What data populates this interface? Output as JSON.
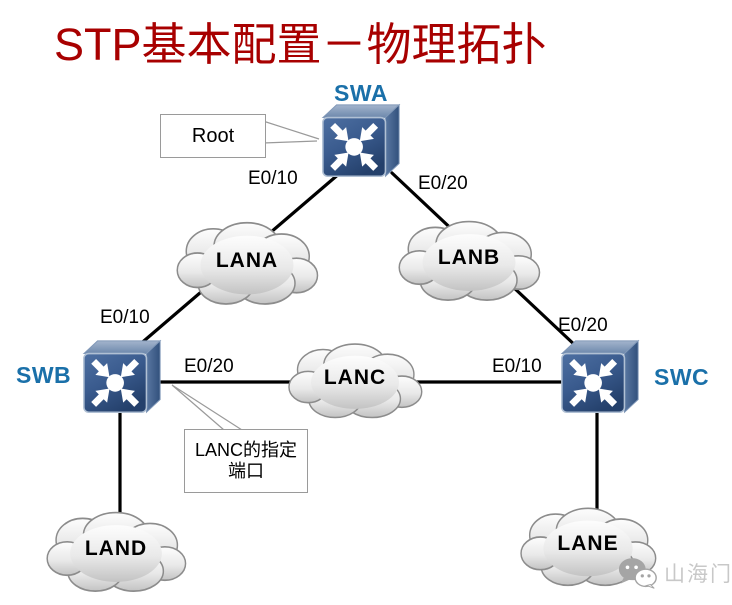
{
  "title": {
    "text": "STP基本配置－物理拓扑"
  },
  "colors": {
    "title_color": "#a80000",
    "switch_label_color": "#1a70a9",
    "link_color": "#000000",
    "callout_border_color": "#9a9a9a",
    "watermark_color": "#c8c8c8",
    "cloud_border_color": "#8c8c8c"
  },
  "switches": [
    {
      "id": "swa",
      "label": "SWA"
    },
    {
      "id": "swb",
      "label": "SWB"
    },
    {
      "id": "swc",
      "label": "SWC"
    }
  ],
  "clouds": [
    {
      "id": "lana",
      "label": "LANA"
    },
    {
      "id": "lanb",
      "label": "LANB"
    },
    {
      "id": "lanc",
      "label": "LANC"
    },
    {
      "id": "land",
      "label": "LAND"
    },
    {
      "id": "lane",
      "label": "LANE"
    }
  ],
  "ports": {
    "swa_left": "E0/10",
    "swa_right": "E0/20",
    "swb_top": "E0/10",
    "swb_right": "E0/20",
    "swc_top": "E0/20",
    "swc_left": "E0/10"
  },
  "callouts": {
    "root": {
      "text": "Root"
    },
    "designated": {
      "line1": "LANC的指定",
      "line2": "端口"
    }
  },
  "watermark": {
    "text": "山海门",
    "icon": "wechat-icon"
  }
}
